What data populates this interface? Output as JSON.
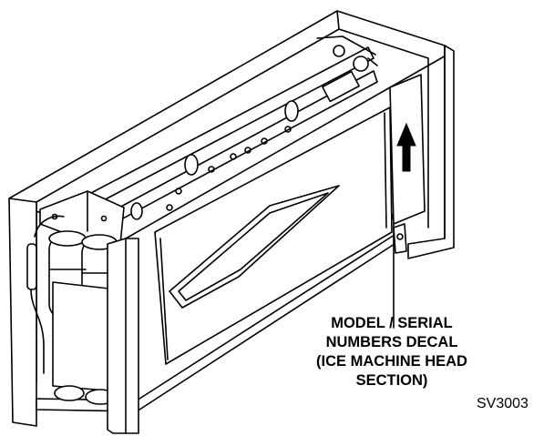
{
  "callout": {
    "lines": [
      "MODEL / SERIAL",
      "NUMBERS DECAL",
      "(ICE MACHINE HEAD",
      "SECTION)"
    ]
  },
  "figure_id": "SV3003",
  "colors": {
    "line": "#000000",
    "background": "#ffffff",
    "shade": "#d9d9d9"
  }
}
